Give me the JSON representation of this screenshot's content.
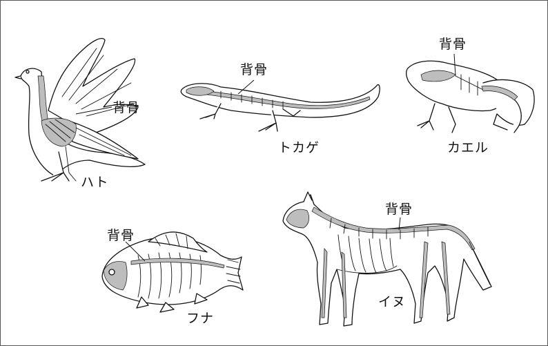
{
  "animals": [
    {
      "id": "pigeon",
      "name": "ハト",
      "bone_label": "背骨"
    },
    {
      "id": "lizard",
      "name": "トカゲ",
      "bone_label": "背骨"
    },
    {
      "id": "frog",
      "name": "カエル",
      "bone_label": "背骨"
    },
    {
      "id": "fish",
      "name": "フナ",
      "bone_label": "背骨"
    },
    {
      "id": "dog",
      "name": "イヌ",
      "bone_label": "背骨"
    }
  ]
}
